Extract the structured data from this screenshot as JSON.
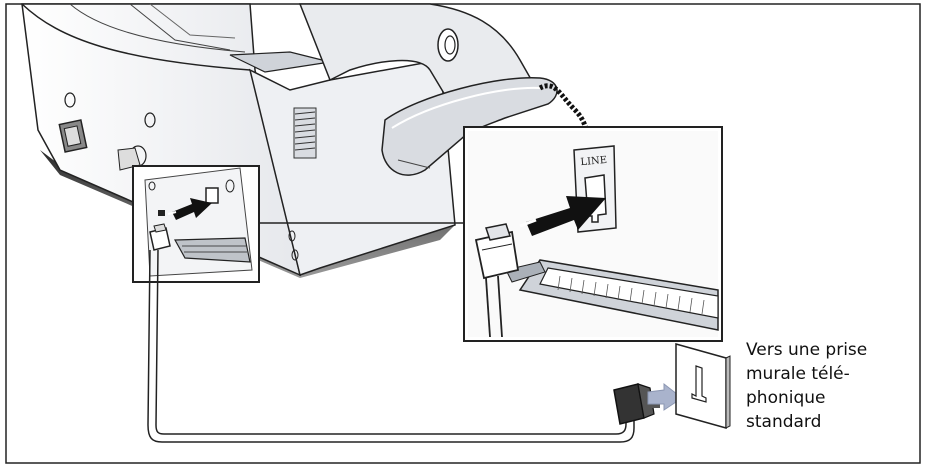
{
  "port_label": "LINE",
  "caption_lines": [
    "Vers une prise",
    "murale télé-",
    "phonique",
    "standard"
  ],
  "colors": {
    "outline": "#222222",
    "body_fill": "#f4f5f7",
    "shade_light": "#dcdfe4",
    "shade_dark": "#8a8f96",
    "arrow_black": "#111111",
    "arrow_wall": "#a9b3cc"
  },
  "icons": [
    "fax-machine-icon",
    "handset-icon",
    "phone-cord-icon",
    "wall-jack-icon",
    "rj11-plug-icon",
    "insert-arrow-icon"
  ]
}
